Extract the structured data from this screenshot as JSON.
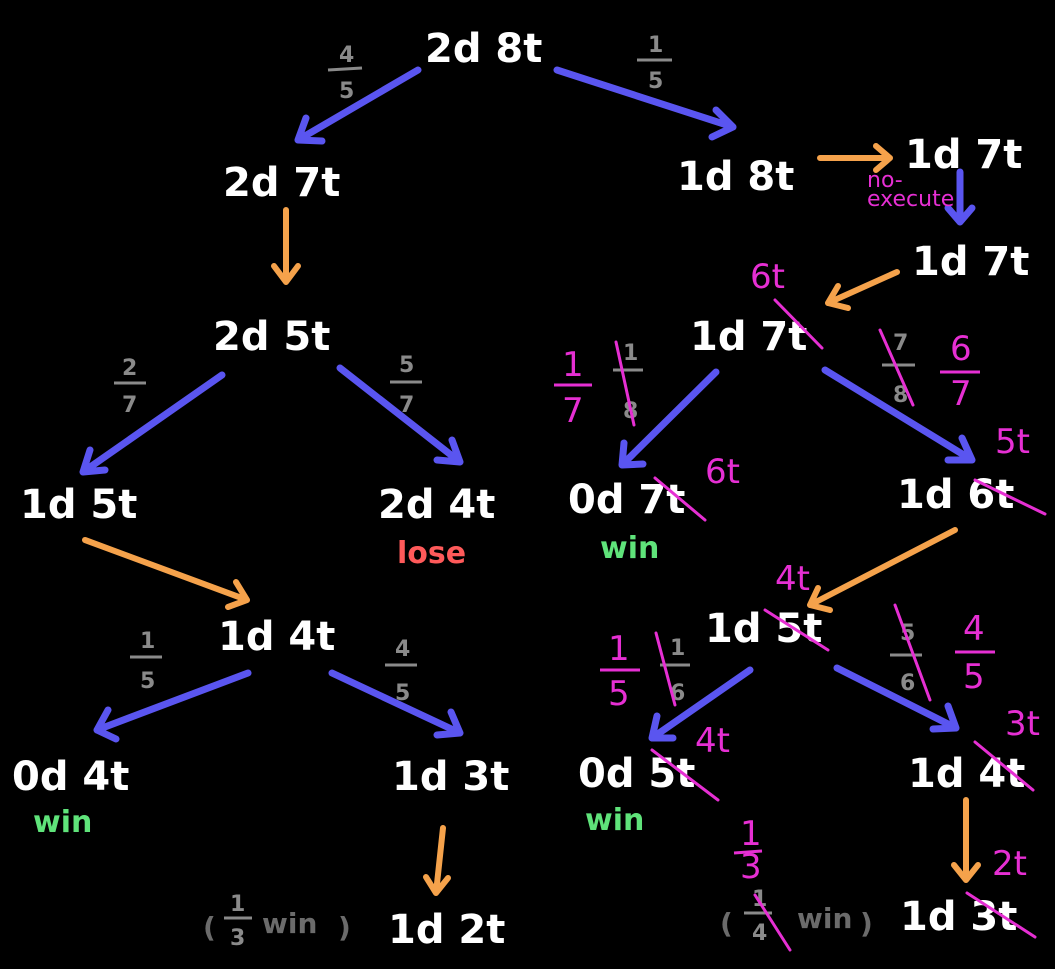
{
  "nodes": {
    "root": "2d 8t",
    "l1": "2d 7t",
    "r1": "1d 8t",
    "r1b": "1d 7t",
    "r1c": "1d 7t",
    "l2": "2d 5t",
    "r2": "1d 7t",
    "l3a": "1d 5t",
    "l3b": "2d 4t",
    "r3a": "0d 7t",
    "r3b": "1d 6t",
    "l4": "1d 4t",
    "r4": "1d 5t",
    "l5a": "0d 4t",
    "l5b": "1d 3t",
    "r5a": "0d 5t",
    "r5b": "1d 4t",
    "l6": "1d 2t",
    "r6": "1d 3t"
  },
  "probabilities": {
    "root_left": {
      "num": "4",
      "den": "5"
    },
    "root_right": {
      "num": "1",
      "den": "5"
    },
    "l2_left": {
      "num": "2",
      "den": "7"
    },
    "l2_right": {
      "num": "5",
      "den": "7"
    },
    "l4_left": {
      "num": "1",
      "den": "5"
    },
    "l4_right": {
      "num": "4",
      "den": "5"
    },
    "r2_left_old": {
      "num": "1",
      "den": "8"
    },
    "r2_right_old": {
      "num": "7",
      "den": "8"
    },
    "r2_left_new": {
      "num": "1",
      "den": "7"
    },
    "r2_right_new": {
      "num": "6",
      "den": "7"
    },
    "r4_left_old": {
      "num": "1",
      "den": "6"
    },
    "r4_right_old": {
      "num": "5",
      "den": "6"
    },
    "r4_left_new": {
      "num": "1",
      "den": "5"
    },
    "r4_right_new": {
      "num": "4",
      "den": "5"
    }
  },
  "corrections": {
    "r2": "6t",
    "r3a": "6t",
    "r3b": "5t",
    "r4": "4t",
    "r5a": "4t",
    "r5b": "3t",
    "r6": "2t",
    "no_execute": [
      "no-",
      "execute"
    ]
  },
  "outcomes": {
    "lose": "lose",
    "win": "win"
  },
  "notes": {
    "left_paren_open": "(",
    "left_frac": {
      "num": "1",
      "den": "3"
    },
    "left_word": "win",
    "left_paren_close": ")",
    "right_frac_old": {
      "num": "1",
      "den": "4"
    },
    "right_frac_new": {
      "num": "1",
      "den": "3"
    }
  },
  "colors": {
    "background": "#000000",
    "node_text": "#ffffff",
    "chance_arrow": "#5a55f0",
    "action_arrow": "#f5a24b",
    "correction": "#e62fd3",
    "win": "#5fe37a",
    "lose": "#ff5a5a",
    "probability": "#8a8a8a"
  }
}
